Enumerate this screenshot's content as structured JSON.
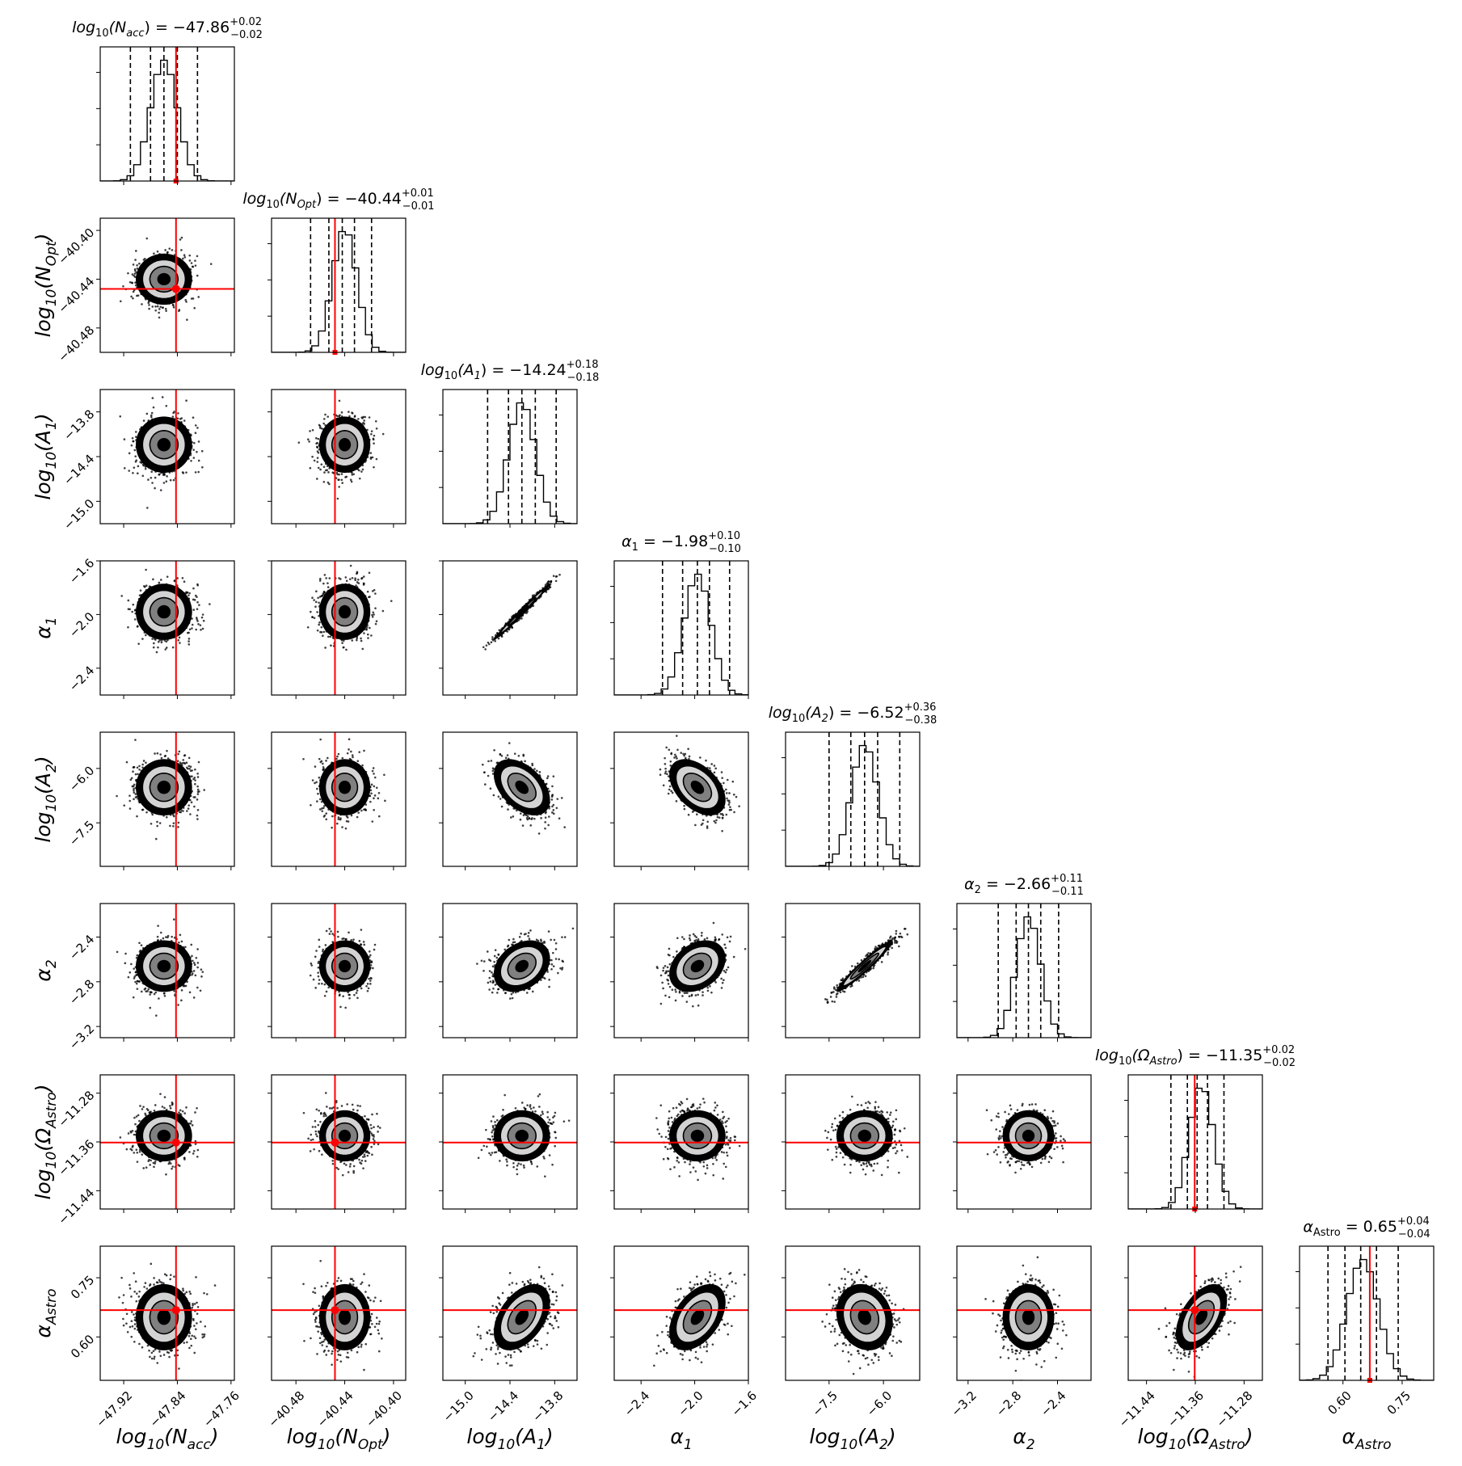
{
  "chart_data": {
    "type": "corner",
    "description_free": true,
    "params": [
      {
        "label": "log10(N_acc)",
        "label_main": "log",
        "label_sub": "10",
        "label_arg": "(N",
        "label_arg_sub": "acc",
        "label_close": ")",
        "title": "log10(N_acc) = −47.86 (+0.02 / −0.02)",
        "title_value": " = −47.86",
        "title_plus": "+0.02",
        "title_minus": "−0.02",
        "median": -47.86,
        "err_plus": 0.02,
        "err_minus": 0.02,
        "range": [
          -47.955,
          -47.755
        ],
        "ticks": [
          -47.92,
          -47.84,
          -47.76
        ],
        "tick_labels": [
          "−47.92",
          "−47.84",
          "−47.76"
        ],
        "quantiles": [
          -47.91,
          -47.88,
          -47.86,
          -47.84,
          -47.81
        ],
        "truth": -47.842
      },
      {
        "label": "log10(N_Opt)",
        "label_main": "log",
        "label_sub": "10",
        "label_arg": "(N",
        "label_arg_sub": "Opt",
        "label_close": ")",
        "title": "log10(N_Opt) = −40.44 (+0.01 / −0.01)",
        "title_value": " = −40.44",
        "title_plus": "+0.01",
        "title_minus": "−0.01",
        "median": -40.44,
        "err_plus": 0.01,
        "err_minus": 0.01,
        "range": [
          -40.5,
          -40.39
        ],
        "ticks": [
          -40.48,
          -40.44,
          -40.4
        ],
        "tick_labels": [
          "−40.48",
          "−40.44",
          "−40.40"
        ],
        "quantiles": [
          -40.468,
          -40.453,
          -40.442,
          -40.432,
          -40.418
        ],
        "truth": -40.448
      },
      {
        "label": "log10(A_1)",
        "label_main": "log",
        "label_sub": "10",
        "label_arg": "(A",
        "label_arg_sub": "1",
        "label_close": ")",
        "title": "log10(A_1) = −14.24 (+0.18 / −0.18)",
        "title_value": " = −14.24",
        "title_plus": "+0.18",
        "title_minus": "−0.18",
        "median": -14.24,
        "err_plus": 0.18,
        "err_minus": 0.18,
        "range": [
          -15.3,
          -13.5
        ],
        "ticks": [
          -15.0,
          -14.4,
          -13.8
        ],
        "tick_labels": [
          "−15.0",
          "−14.4",
          "−13.8"
        ],
        "quantiles": [
          -14.7,
          -14.42,
          -14.24,
          -14.06,
          -13.78
        ],
        "truth": null
      },
      {
        "label": "α_1",
        "label_main": "α",
        "label_sub": "1",
        "label_arg": "",
        "label_arg_sub": "",
        "label_close": "",
        "title": "α_1 = −1.98 (+0.10 / −0.10)",
        "title_value": " = −1.98",
        "title_plus": "+0.10",
        "title_minus": "−0.10",
        "median": -1.98,
        "err_plus": 0.1,
        "err_minus": 0.1,
        "range": [
          -2.6,
          -1.6
        ],
        "ticks": [
          -2.4,
          -2.0,
          -1.6
        ],
        "tick_labels": [
          "−2.4",
          "−2.0",
          "−1.6"
        ],
        "quantiles": [
          -2.24,
          -2.09,
          -1.98,
          -1.89,
          -1.74
        ],
        "truth": null
      },
      {
        "label": "log10(A_2)",
        "label_main": "log",
        "label_sub": "10",
        "label_arg": "(A",
        "label_arg_sub": "2",
        "label_close": ")",
        "title": "log10(A_2) = −6.52 (+0.36 / −0.38)",
        "title_value": " = −6.52",
        "title_plus": "+0.36",
        "title_minus": "−0.38",
        "median": -6.52,
        "err_plus": 0.36,
        "err_minus": 0.38,
        "range": [
          -8.7,
          -5.0
        ],
        "ticks": [
          -7.5,
          -6.0
        ],
        "tick_labels": [
          "−7.5",
          "−6.0"
        ],
        "quantiles": [
          -7.5,
          -6.9,
          -6.52,
          -6.16,
          -5.55
        ],
        "truth": null
      },
      {
        "label": "α_2",
        "label_main": "α",
        "label_sub": "2",
        "label_arg": "",
        "label_arg_sub": "",
        "label_close": "",
        "title": "α_2 = −2.66 (+0.11 / −0.11)",
        "title_value": " = −2.66",
        "title_plus": "+0.11",
        "title_minus": "−0.11",
        "median": -2.66,
        "err_plus": 0.11,
        "err_minus": 0.11,
        "range": [
          -3.3,
          -2.1
        ],
        "ticks": [
          -3.2,
          -2.8,
          -2.4
        ],
        "tick_labels": [
          "−3.2",
          "−2.8",
          "−2.4"
        ],
        "quantiles": [
          -2.93,
          -2.77,
          -2.66,
          -2.55,
          -2.39
        ],
        "truth": null
      },
      {
        "label": "log10(Ω_Astro)",
        "label_main": "log",
        "label_sub": "10",
        "label_arg": "(Ω",
        "label_arg_sub": "Astro",
        "label_close": ")",
        "title": "log10(Ω_Astro) = −11.35 (+0.02 / −0.02)",
        "title_value": " = −11.35",
        "title_plus": "+0.02",
        "title_minus": "−0.02",
        "median": -11.35,
        "err_plus": 0.02,
        "err_minus": 0.02,
        "range": [
          -11.47,
          -11.25
        ],
        "ticks": [
          -11.44,
          -11.36,
          -11.28
        ],
        "tick_labels": [
          "−11.44",
          "−11.36",
          "−11.28"
        ],
        "quantiles": [
          -11.4,
          -11.373,
          -11.357,
          -11.34,
          -11.313
        ],
        "truth": -11.361
      },
      {
        "label": "α_Astro",
        "label_main": "α",
        "label_sub": "Astro",
        "label_arg": "",
        "label_arg_sub": "",
        "label_close": "",
        "title": "α_Astro = 0.65 (+0.04 / −0.04)",
        "title_value": " = 0.65",
        "title_plus": "+0.04",
        "title_minus": "−0.04",
        "median": 0.65,
        "err_plus": 0.04,
        "err_minus": 0.04,
        "range": [
          0.49,
          0.83
        ],
        "ticks": [
          0.6,
          0.75
        ],
        "tick_labels": [
          "0.60",
          "0.75"
        ],
        "quantiles": [
          0.562,
          0.605,
          0.645,
          0.685,
          0.74
        ],
        "truth": 0.668
      }
    ],
    "correlations": {
      "2-3": 0.99,
      "4-5": 0.96,
      "2-4": -0.45,
      "3-4": -0.45,
      "2-5": 0.3,
      "3-5": 0.3,
      "2-7": 0.45,
      "3-7": 0.45,
      "4-7": -0.15,
      "6-7": 0.5
    },
    "colors": {
      "truth": "#ff0000",
      "samples": "#000000",
      "contour_outer": "#d3d3d3",
      "contour_mid": "#808080",
      "contour_inner": "#000000"
    }
  }
}
